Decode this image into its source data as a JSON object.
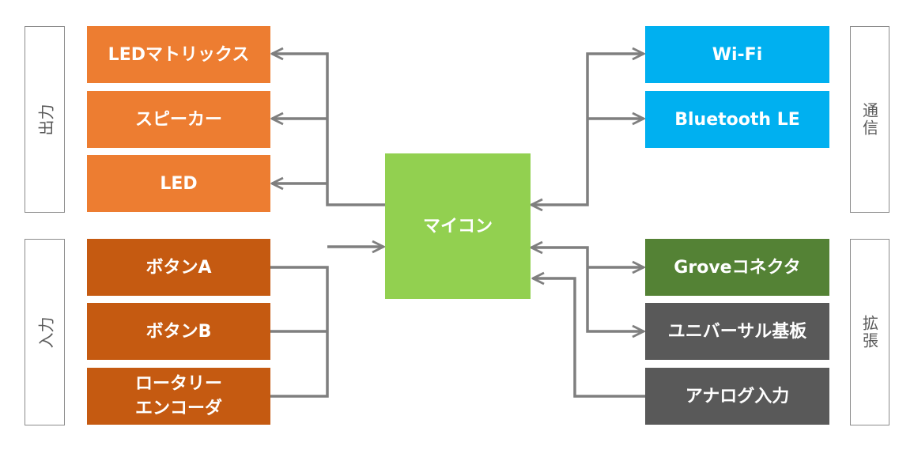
{
  "groups": {
    "output": "出力",
    "input": "入力",
    "comm": "通信",
    "expansion": "拡張"
  },
  "center": "マイコン",
  "outputs": [
    "LEDマトリックス",
    "スピーカー",
    "LED"
  ],
  "inputs": [
    "ボタンA",
    "ボタンB",
    "ロータリー\nエンコーダ"
  ],
  "comm": [
    "Wi-Fi",
    "Bluetooth LE"
  ],
  "expansion": [
    "Groveコネクタ",
    "ユニバーサル基板",
    "アナログ入力"
  ],
  "colors": {
    "output_box": "#ED7D31",
    "input_box": "#C55A11",
    "center_box": "#92D050",
    "comm_box": "#00B0F0",
    "grove_box": "#548235",
    "expansion_box": "#595959",
    "wire": "#7F7F7F"
  }
}
